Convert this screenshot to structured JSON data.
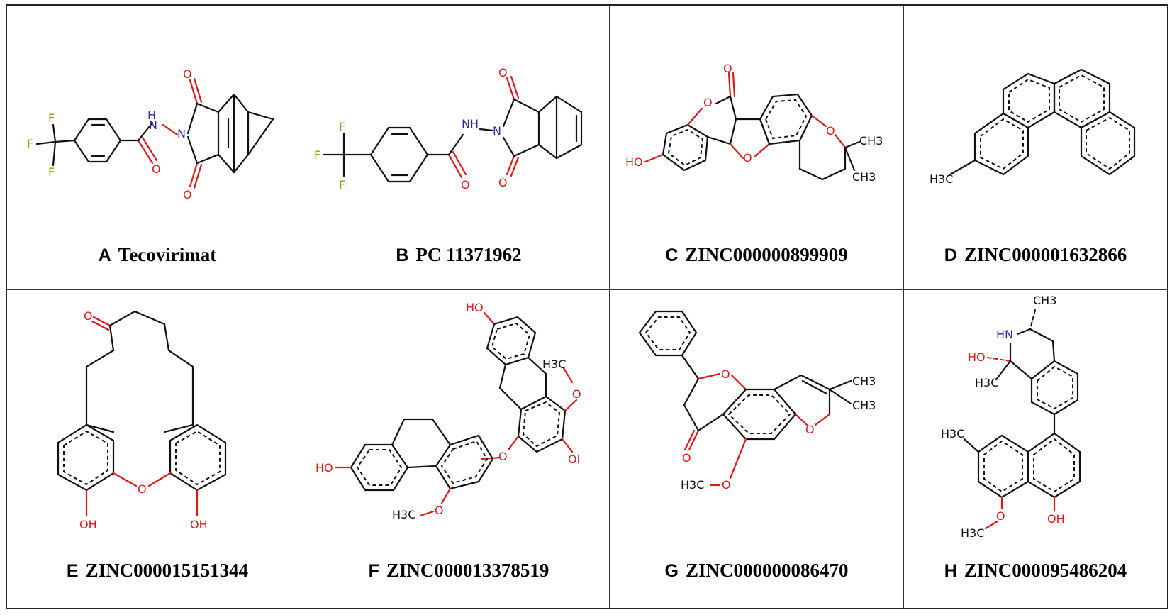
{
  "panels": [
    {
      "letter": "A",
      "name": "Tecovirimat"
    },
    {
      "letter": "B",
      "name": "PC 11371962"
    },
    {
      "letter": "C",
      "name": "ZINC000000899909"
    },
    {
      "letter": "D",
      "name": "ZINC000001632866"
    },
    {
      "letter": "E",
      "name": "ZINC000015151344"
    },
    {
      "letter": "F",
      "name": "ZINC000013378519"
    },
    {
      "letter": "G",
      "name": "ZINC000000086470"
    },
    {
      "letter": "H",
      "name": "ZINC000095486204"
    }
  ],
  "atom_labels": {
    "O": "O",
    "OH": "OH",
    "HO": "HO",
    "NH": "NH",
    "HN": "HN",
    "N": "N",
    "H": "H",
    "F": "F",
    "CH3": "CH3",
    "H3C": "H3C",
    "OI": "OI"
  },
  "colors": {
    "oxygen": "#e01818",
    "nitrogen": "#2c2ca8",
    "fluorine": "#b08a1a",
    "bond": "#111111",
    "border": "#222222"
  }
}
